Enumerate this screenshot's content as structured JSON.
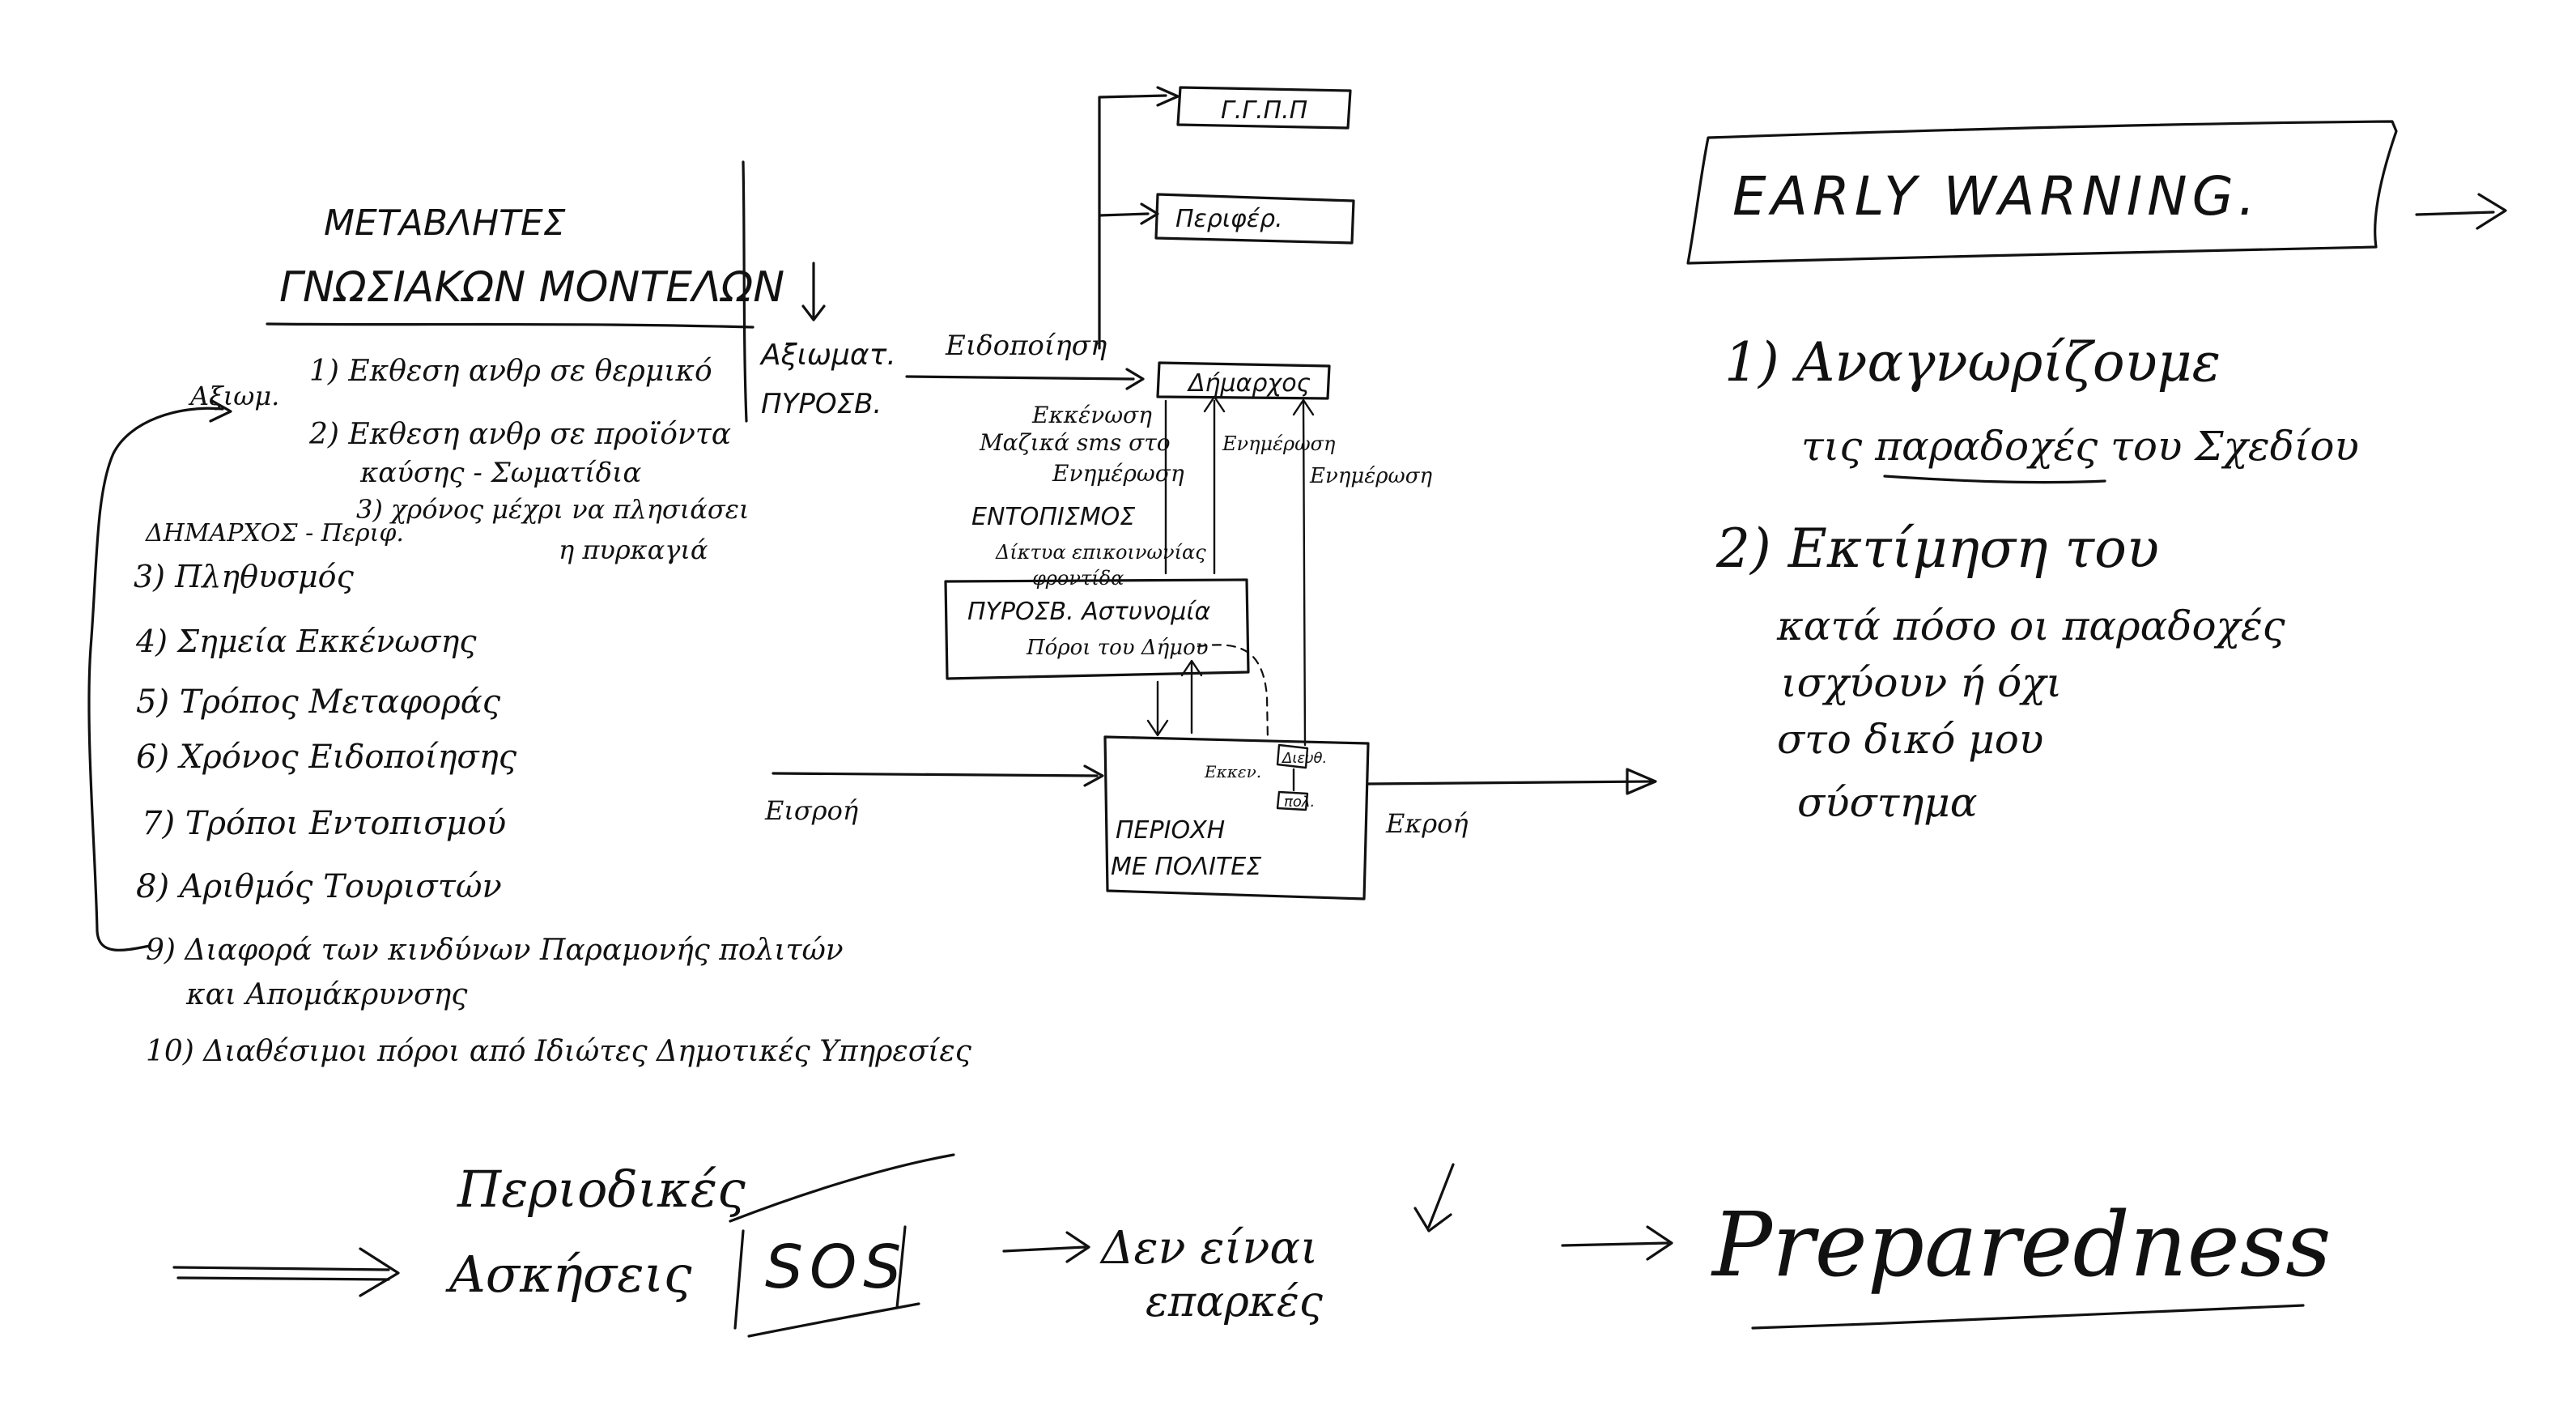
{
  "heading": {
    "line1": "ΜΕΤΑΒΛΗΤΕΣ",
    "line2": "ΓΝΩΣΙΑΚΩΝ ΜΟΝΤΕΛΩΝ"
  },
  "variables": {
    "v1": "1) Εκθεση ανθρ σε θερμικό",
    "v2": "2) Εκθεση ανθρ σε προϊόντα",
    "v2b": "καύσης - Σωματίδια",
    "v3a": "3) χρόνος μέχρι να πλησιάσει",
    "v3b": "η πυρκαγιά",
    "v3": "3) Πληθυσμός",
    "v4": "4) Σημεία Εκκένωσης",
    "v5": "5) Τρόπος Μεταφοράς",
    "v6": "6) Χρόνος Ειδοποίησης",
    "v7": "7) Τρόποι Εντοπισμού",
    "v8": "8) Αριθμός Τουριστών",
    "v9a": "9) Διαφορά των κινδύνων Παραμονής πολιτών",
    "v9b": "και Απομάκρυνσης",
    "v10": "10) Διαθέσιμοι πόροι από Ιδιώτες Δημοτικές Υπηρεσίες"
  },
  "side_labels": {
    "axiom": "Αξιωμ.",
    "mayor_region": "ΔΗΜΑΡΧΟΣ - Περιφ.",
    "officer_line1": "Αξιωματ.",
    "officer_line2": "ΠΥΡΟΣΒ."
  },
  "flow": {
    "ggpp": "Γ.Γ.Π.Π",
    "region": "Περιφέρ.",
    "mayor": "Δήμαρχος",
    "notification": "Ειδοποίηση",
    "evac": "Εκκένωση",
    "mass_msg1": "Μαζικά sms στο",
    "mass_msg2": "Ενημέρωση",
    "locate1": "ΕΝΤΟΠΙΣΜΟΣ",
    "locate2": "Δίκτυα επικοινωνίας",
    "locate3": "φροντίδα",
    "inform1": "Ενημέρωση",
    "inform2": "Ενημέρωση",
    "police1": "ΠΥΡΟΣΒ. Αστυνομία",
    "police2": "Πόροι του Δήμου",
    "area1": "ΠΕΡΙΟΧΗ",
    "area2": "ΜΕ ΠΟΛΙΤΕΣ",
    "diefth": "Διευθ.",
    "pol": "πολ.",
    "evac_small": "Εκκεν.",
    "inflow": "Εισροή",
    "outflow": "Εκροή"
  },
  "right_panel": {
    "title": "EARLY WARNING.",
    "p1a": "1) Αναγνωρίζουμε",
    "p1b": "τις παραδοχές του Σχεδίου",
    "p2a": "2) Εκτίμηση του",
    "p2b": "κατά πόσο οι παραδοχές",
    "p2c": "ισχύουν ή όχι",
    "p2d": "στο δικό μου",
    "p2e": "σύστημα"
  },
  "bottom": {
    "periodic1": "Περιοδικές",
    "periodic2": "Ασκήσεις",
    "sos": "SOS",
    "not_enough1": "Δεν είναι",
    "not_enough2": "επαρκές",
    "preparedness": "Preparedness"
  }
}
